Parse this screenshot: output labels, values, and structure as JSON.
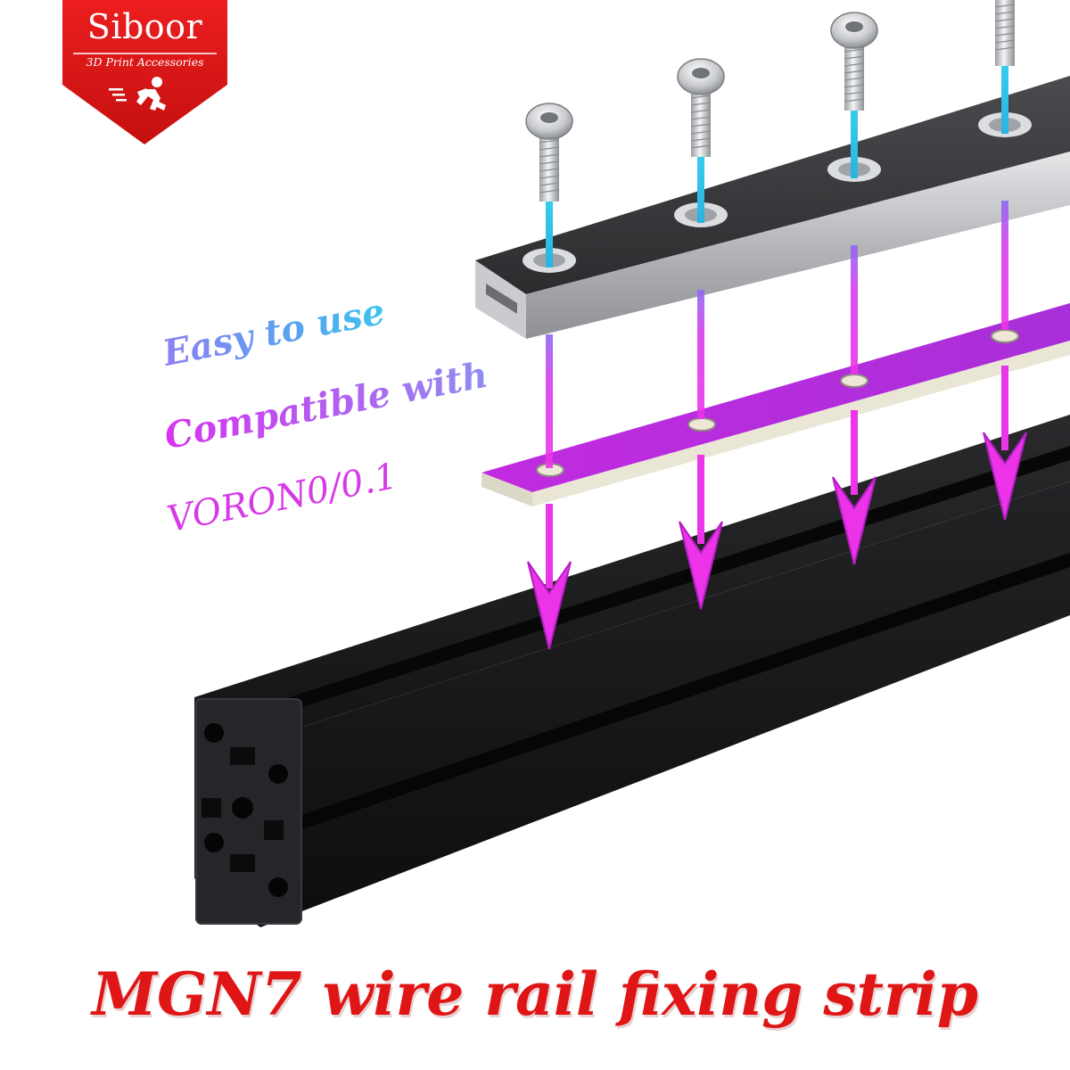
{
  "brand": {
    "name": "Siboor",
    "tagline": "3D Print Accessories",
    "logo_icon": "running-person-icon",
    "color": "#e3191b"
  },
  "features": [
    "Easy to use",
    "Compatible with",
    "VORON0/0.1"
  ],
  "product_title": "MGN7 wire rail fixing strip",
  "colors": {
    "title": "#e01515",
    "strip": "#c32ae0",
    "arrow": "#e533ea",
    "screw_axis": "#33c6e6",
    "extrusion": "#1c1c1e",
    "rail": "#3a3b3d"
  }
}
